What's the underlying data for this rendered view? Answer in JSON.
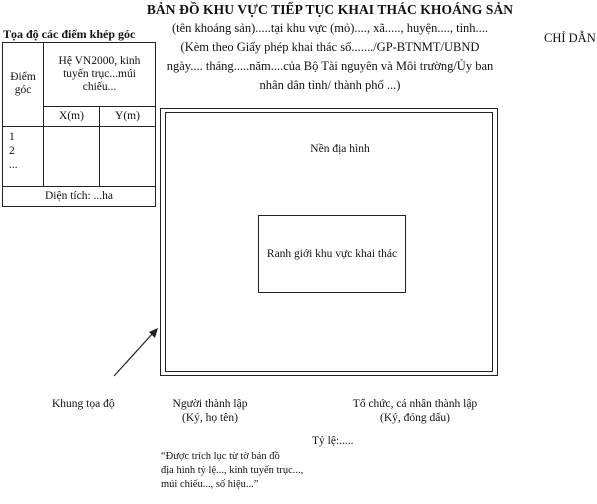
{
  "header": {
    "title": "BẢN ĐỒ KHU VỰC TIẾP TỤC KHAI THÁC KHOÁNG SẢN",
    "line1": "(tên khoáng sản).....tại khu vực (mỏ)...., xã....., huyện...., tỉnh....",
    "line2": "(Kèm theo Giấy phép khai thác số......./GP-BTNMT/UBND",
    "line3": "ngày.... tháng.....năm....của Bộ Tài nguyên và Môi trường/Ủy ban",
    "line4": "nhân dân tỉnh/ thành phố ...)",
    "side_note": "CHỈ DẪN"
  },
  "coord_table": {
    "caption": "Tọa độ các điểm khép góc",
    "col_point": "Điểm góc",
    "system_line1": "Hệ VN2000, kinh",
    "system_line2": "tuyến trục...múi",
    "system_line3": "chiếu...",
    "col_x": "X(m)",
    "col_y": "Y(m)",
    "rows": [
      "1",
      "2",
      "..."
    ],
    "area": "Diện tích: ...ha"
  },
  "map": {
    "topo_label": "Nền địa hình",
    "boundary_label": "Ranh giới khu vực khai thác",
    "frame_label": "Khung tọa độ"
  },
  "signatures": {
    "creator_title": "Người thành lập",
    "creator_note": "(Ký, họ tên)",
    "org_title": "Tổ chức, cá nhân thành lập",
    "org_note": "(Ký, đóng dấu)",
    "scale": "Tỷ lệ:....."
  },
  "excerpt": {
    "line1": "“Được trích lục từ tờ  bản đồ",
    "line2": "địa hình tỷ lệ..., kinh tuyến trục...,",
    "line3": "múi chiếu..., số hiệu...”"
  }
}
